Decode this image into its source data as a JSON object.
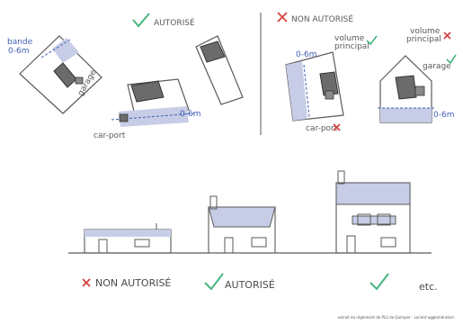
{
  "palette": {
    "ink": "#5a5a5a",
    "blue": "#3f5fb5",
    "fill": "#c7cde6",
    "dark": "#6b6b6b",
    "green": "#45b57d",
    "red": "#d4403e"
  },
  "top_left": {
    "check_icon": "check-mark",
    "title": "AUTORISÉ",
    "label_bande": "bande",
    "label_bande_dist": "0-6m",
    "label_garage": "garage",
    "label_carport": "car-port",
    "label_dist": "0-6m"
  },
  "top_right": {
    "cross_icon": "cross-mark",
    "title": "NON AUTORISÉ",
    "label_dist": "0-6m",
    "label_volume": "volume",
    "label_principal": "principal",
    "label_volume2": "volume",
    "label_principal2": "principal",
    "label_garage": "garage",
    "label_carport": "car-port",
    "label_dist2": "0-6m"
  },
  "bottom": {
    "label_non_autorise": "NON AUTORISÉ",
    "label_autorise": "AUTORISÉ",
    "label_etc": "etc."
  },
  "footer": "extrait du règlement de PLU de Quimper · Lorient agglomération"
}
